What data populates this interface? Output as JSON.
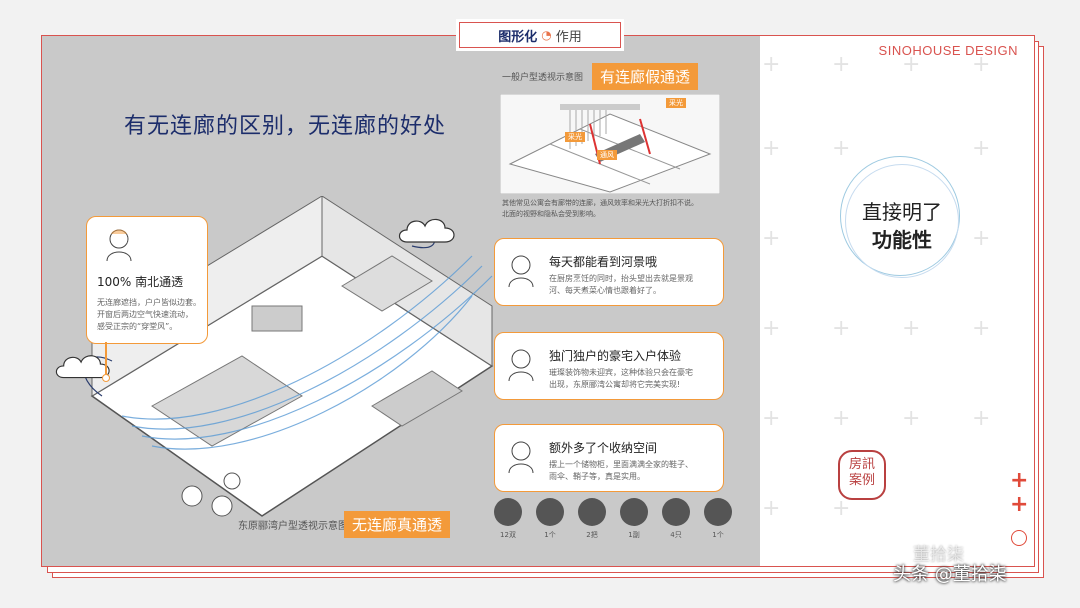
{
  "tab": {
    "bold": "图形化",
    "swirl": "◔",
    "rest": "作用"
  },
  "brand": "SINOHOUSE DESIGN",
  "headline": "有无连廊的区别，无连廊的好处",
  "top_plan": {
    "caption": "一般户型透视示意图",
    "label": "有连廊假通透",
    "tags": [
      "采光",
      "采光",
      "通风"
    ],
    "note_lines": [
      "其他常见公寓会有廊带的连廊，通风效率和采光大打折扣不说。",
      "北面的视野和隐私会受到影响。"
    ]
  },
  "bottom_plan": {
    "caption": "东原郦湾户型透视示意图",
    "label": "无连廊真通透"
  },
  "left_card": {
    "title": "100% 南北通透",
    "lines": [
      "无连廊遮挡，户户皆似边套。",
      "开窗后两边空气快速流动，",
      "感受正宗的“穿堂风”。"
    ]
  },
  "cards": [
    {
      "title": "每天都能看到河景哦",
      "lines": [
        "在厨房烹饪的同时，抬头望出去就是景观",
        "河、每天煮菜心情也跟着好了。"
      ]
    },
    {
      "title": "独门独户的豪宅入户体验",
      "lines": [
        "璀璨装饰物未迎宾，这种体验只会在豪宅",
        "出现，东原郦湾公寓却将它完美实现!"
      ]
    },
    {
      "title": "额外多了个收纳空间",
      "lines": [
        "摆上一个储物柜，里面满满全家的鞋子、",
        "雨伞、鞘子等，真是实用。"
      ]
    }
  ],
  "icons": [
    {
      "name": "shoe-icon",
      "label": "12双"
    },
    {
      "name": "luggage-icon",
      "label": "1个"
    },
    {
      "name": "umbrella-icon",
      "label": "2把"
    },
    {
      "name": "racket-icon",
      "label": "1副"
    },
    {
      "name": "basket-icon",
      "label": "4只"
    },
    {
      "name": "stroller-icon",
      "label": "1个"
    }
  ],
  "right_circle": {
    "line1": "直接明了",
    "line2": "功能性"
  },
  "stamp": {
    "line1": "房訊",
    "line2": "案例"
  },
  "watermark": {
    "main": "头条 @董拾柒",
    "faint": "董拾柒"
  },
  "colors": {
    "accent": "#f39a3a",
    "navy": "#1c2d6b",
    "red": "#d9534f"
  }
}
